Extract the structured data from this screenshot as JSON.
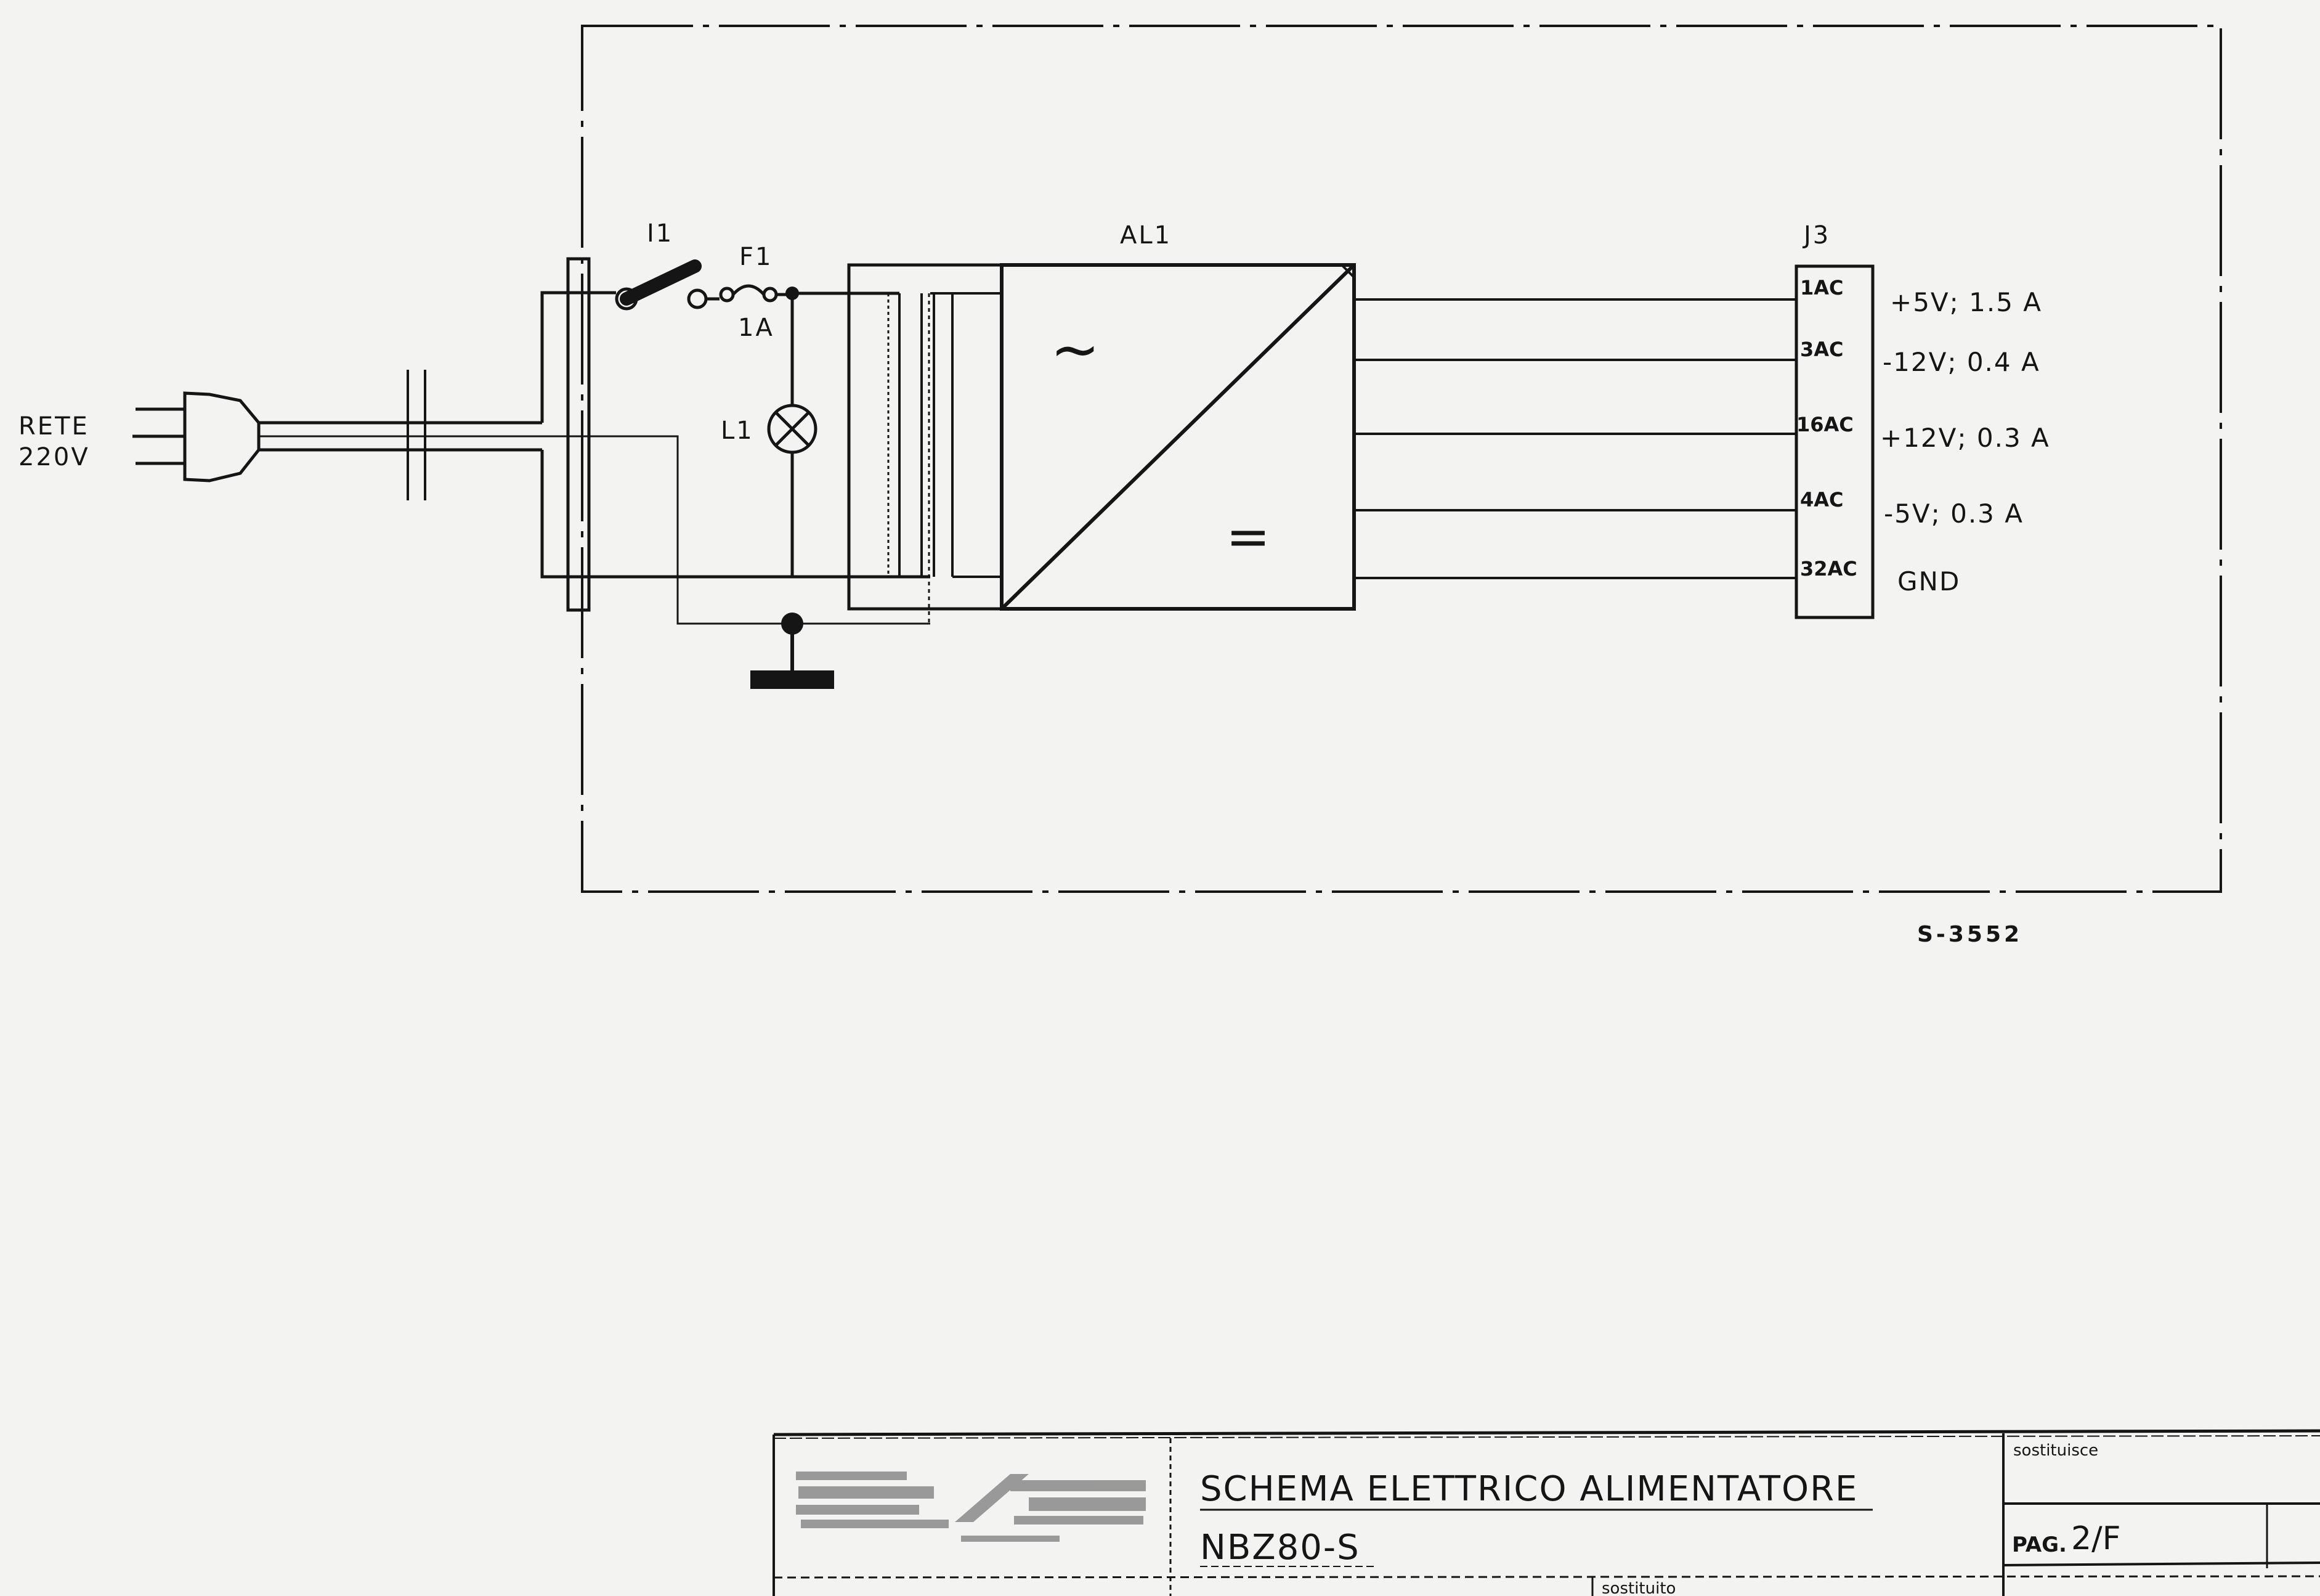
{
  "diagram": {
    "mains_label_line1": "RETE",
    "mains_label_line2": "220V",
    "switch_label": "I1",
    "fuse_label": "F1",
    "fuse_rating": "1A",
    "lamp_label": "L1",
    "psu_label": "AL1",
    "ac_symbol": "~",
    "dc_symbol": "=",
    "connector_label": "J3",
    "outputs": [
      {
        "pin": "1AC",
        "value": "+5V; 1.5 A"
      },
      {
        "pin": "3AC",
        "value": "-12V; 0.4 A"
      },
      {
        "pin": "16AC",
        "value": "+12V; 0.3 A"
      },
      {
        "pin": "4AC",
        "value": "-5V; 0.3 A"
      },
      {
        "pin": "32AC",
        "value": "GND"
      }
    ],
    "drawing_ref": "S-3552"
  },
  "title_block": {
    "title": "SCHEMA ELETTRICO ALIMENTATORE",
    "model": "NBZ80-S",
    "page_prefix": "PAG.",
    "page_number": "2/F",
    "field_top_right": "sostituisce",
    "field_bottom": "sostituito"
  },
  "colors": {
    "paper": "#f3f3f1",
    "ink": "#151515"
  }
}
